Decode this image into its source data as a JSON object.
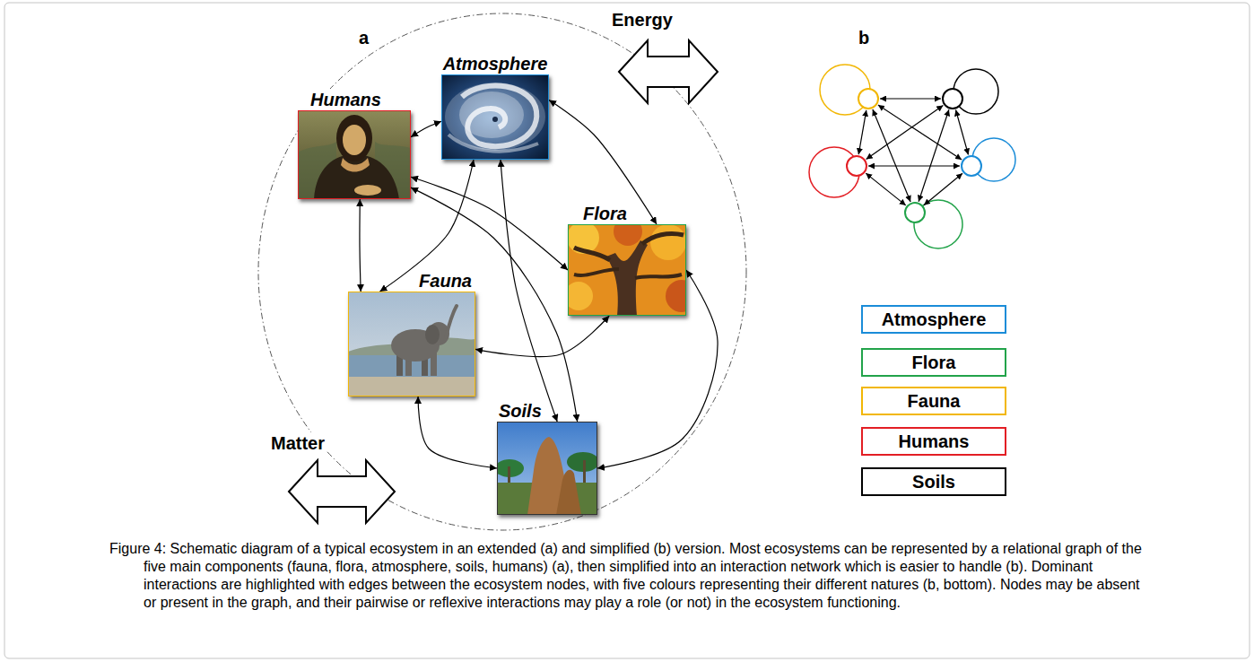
{
  "diagram": {
    "caption": "Figure 4: Schematic diagram of a typical ecosystem in an extended (a) and simplified (b) version. Most ecosystems can be represented by a relational graph of the five main components (fauna, flora, atmosphere, soils, humans) (a), then simplified into an interaction network which is easier to handle (b). Dominant interactions are highlighted with edges between the ecosystem nodes, with five colours representing their different natures (b, bottom). Nodes may be absent or present in the graph, and their pairwise or reflexive interactions may play a role (or not) in the ecosystem functioning.",
    "nodes": [
      {
        "text": [
          "Atmosphere"
        ]
      },
      {
        "text": [
          "Humans"
        ]
      },
      {
        "text": [
          "Flora"
        ]
      },
      {
        "text": [
          "Fauna"
        ]
      },
      {
        "text": [
          "Soils"
        ]
      }
    ],
    "edges": [
      {
        "from": 1,
        "to": 0,
        "arrow": "both"
      },
      {
        "from": 1,
        "to": 2,
        "arrow": "both"
      },
      {
        "from": 1,
        "to": 3,
        "arrow": "both"
      },
      {
        "from": 1,
        "to": 4,
        "arrow": "both"
      },
      {
        "from": 0,
        "to": 2,
        "arrow": "both"
      },
      {
        "from": 0,
        "to": 3,
        "arrow": "both"
      },
      {
        "from": 0,
        "to": 4,
        "arrow": "both"
      },
      {
        "from": 3,
        "to": 2,
        "arrow": "both"
      },
      {
        "from": 3,
        "to": 4,
        "arrow": "both"
      },
      {
        "from": 2,
        "to": 4,
        "arrow": "both"
      }
    ],
    "labels": [
      "a",
      "Energy",
      "b",
      "Matter"
    ],
    "legend": [
      {
        "text": "Atmosphere",
        "color": "#1a8cd8"
      },
      {
        "text": "Flora",
        "color": "#22a34a"
      },
      {
        "text": "Fauna",
        "color": "#f2b705"
      },
      {
        "text": "Humans",
        "color": "#e31e24"
      },
      {
        "text": "Soils",
        "color": "#000000"
      }
    ]
  }
}
